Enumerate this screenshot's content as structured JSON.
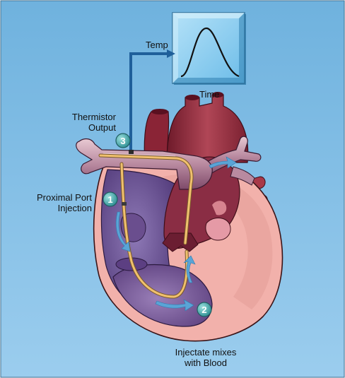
{
  "colors": {
    "background": "#82bde3",
    "background_light": "#a9d4ef",
    "heart_muscle": "#f2b1ab",
    "aorta_red": "#9a2b3a",
    "chamber_purple": "#5a4282",
    "catheter": "#f0c06e",
    "wire_blue": "#1f5f9a",
    "badge_teal": "#4fb5b7",
    "graph_fill": "#8fd0f2"
  },
  "graph": {
    "y_label": "Temp",
    "x_label": "Time"
  },
  "labels": {
    "thermistor_line1": "Thermistor",
    "thermistor_line2": "Output",
    "proximal_line1": "Proximal Port",
    "proximal_line2": "Injection",
    "injectate_line1": "Injectate mixes",
    "injectate_line2": "with Blood"
  },
  "badges": {
    "one": "1",
    "two": "2",
    "three": "3"
  }
}
